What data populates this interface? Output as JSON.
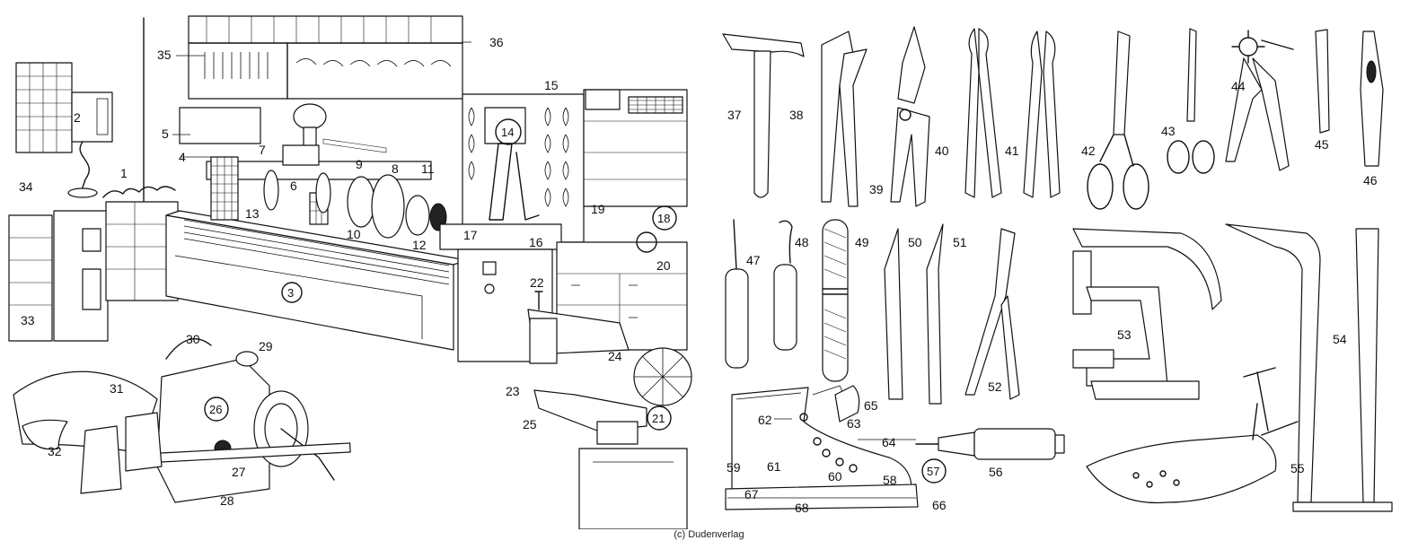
{
  "labels": {
    "n1": "1",
    "n2": "2",
    "n3": "3",
    "n4": "4",
    "n5": "5",
    "n6": "6",
    "n7": "7",
    "n8": "8",
    "n9": "9",
    "n10": "10",
    "n11": "11",
    "n12": "12",
    "n13": "13",
    "n14": "14",
    "n15": "15",
    "n16": "16",
    "n17": "17",
    "n18": "18",
    "n19": "19",
    "n20": "20",
    "n21": "21",
    "n22": "22",
    "n23": "23",
    "n24": "24",
    "n25": "25",
    "n26": "26",
    "n27": "27",
    "n28": "28",
    "n29": "29",
    "n30": "30",
    "n31": "31",
    "n32": "32",
    "n33": "33",
    "n34": "34",
    "n35": "35",
    "n36": "36",
    "n37": "37",
    "n38": "38",
    "n39": "39",
    "n40": "40",
    "n41": "41",
    "n42": "42",
    "n43": "43",
    "n44": "44",
    "n45": "45",
    "n46": "46",
    "n47": "47",
    "n48": "48",
    "n49": "49",
    "n50": "50",
    "n51": "51",
    "n52": "52",
    "n53": "53",
    "n54": "54",
    "n55": "55",
    "n56": "56",
    "n57": "57",
    "n58": "58",
    "n59": "59",
    "n60": "60",
    "n61": "61",
    "n62": "62",
    "n63": "63",
    "n64": "64",
    "n65": "65",
    "n66": "66",
    "n67": "67",
    "n68": "68"
  },
  "credit": "(c) Dudenverlag"
}
